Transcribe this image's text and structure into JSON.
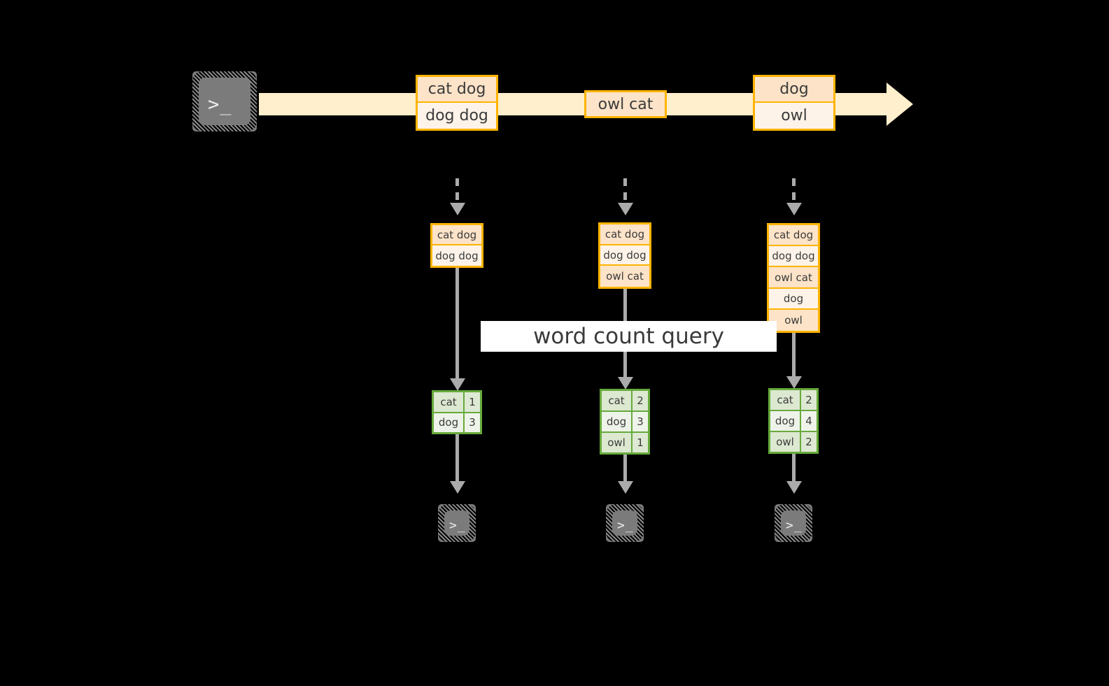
{
  "diagram": {
    "title_band": {
      "label": "word count query"
    },
    "stream": {
      "source_terminal": {
        "icon": "terminal-prompt-icon",
        "glyph": ">_"
      },
      "arrow_direction": "right",
      "ribbon_color": "#FFEFCC",
      "box_border_color": "#FFB400",
      "events": [
        {
          "lines": [
            "cat dog",
            "dog dog"
          ]
        },
        {
          "lines": [
            "owl cat"
          ]
        },
        {
          "lines": [
            "dog",
            "owl"
          ]
        }
      ]
    },
    "snapshots": [
      {
        "input_lines": [
          "cat dog",
          "dog dog"
        ],
        "result_header": null,
        "result_rows": [
          {
            "word": "cat",
            "count": "1"
          },
          {
            "word": "dog",
            "count": "3"
          }
        ],
        "sink_terminal": {
          "icon": "terminal-prompt-icon",
          "glyph": ">_"
        }
      },
      {
        "input_lines": [
          "cat dog",
          "dog dog",
          "owl cat"
        ],
        "result_header": null,
        "result_rows": [
          {
            "word": "cat",
            "count": "2"
          },
          {
            "word": "dog",
            "count": "3"
          },
          {
            "word": "owl",
            "count": "1"
          }
        ],
        "sink_terminal": {
          "icon": "terminal-prompt-icon",
          "glyph": ">_"
        }
      },
      {
        "input_lines": [
          "cat dog",
          "dog dog",
          "owl cat",
          "dog",
          "owl"
        ],
        "result_header": null,
        "result_rows": [
          {
            "word": "cat",
            "count": "2"
          },
          {
            "word": "dog",
            "count": "4"
          },
          {
            "word": "owl",
            "count": "2"
          }
        ],
        "sink_terminal": {
          "icon": "terminal-prompt-icon",
          "glyph": ">_"
        }
      }
    ],
    "colors": {
      "background": "#000000",
      "stream_fill": "#FFEFCC",
      "box_border": "#FFB400",
      "box_fill_dark": "#FDE3C8",
      "box_fill_light": "#FDF3E8",
      "table_border": "#66AA3B",
      "table_fill_dark": "#DCE8D0",
      "table_fill_light": "#EEF3E9",
      "connector": "#ABABAB",
      "terminal_fill": "#7B7B7B",
      "band_fill": "#FFFFFF",
      "text": "#3B3B3B"
    }
  }
}
